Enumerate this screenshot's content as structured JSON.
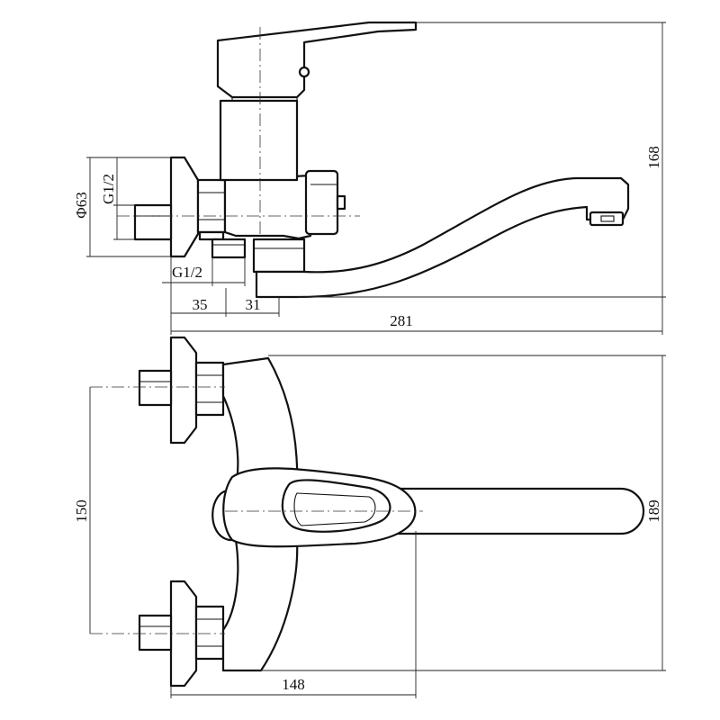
{
  "side_view": {
    "dim_thread_inlet": "G1/2",
    "dim_flange_diameter": "Φ63",
    "dim_thread_outlet": "G1/2",
    "dim_offset_35": "35",
    "dim_offset_31": "31",
    "dim_total_length": "281",
    "dim_height": "168"
  },
  "top_view": {
    "dim_inlet_spacing": "150",
    "dim_body_width": "189",
    "dim_spout_offset": "148"
  }
}
